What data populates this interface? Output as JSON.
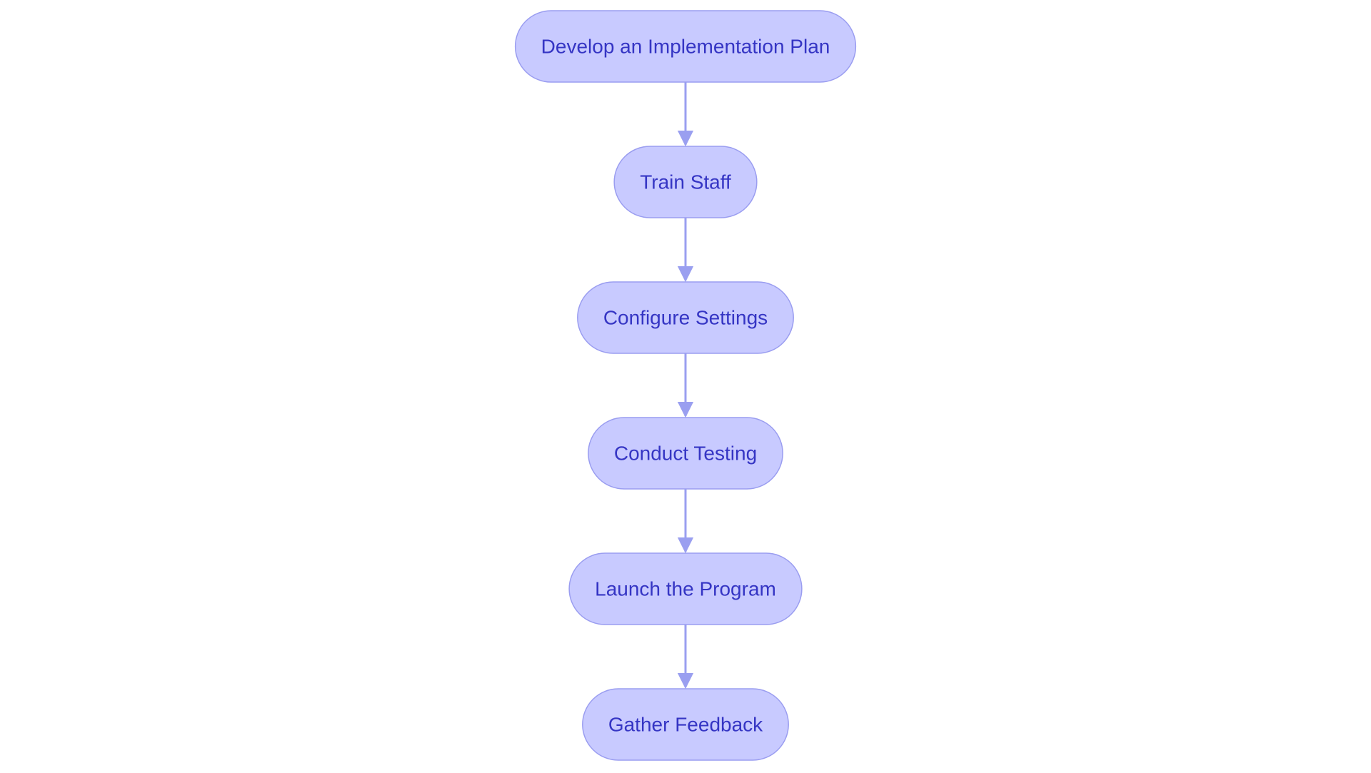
{
  "colors": {
    "node_fill": "#c8caff",
    "node_stroke": "#9a9df0",
    "node_text": "#3535c4",
    "edge": "#9a9ff0",
    "background": "#ffffff"
  },
  "diagram": {
    "type": "flowchart",
    "direction": "top-to-bottom",
    "nodes": [
      {
        "id": "plan",
        "label": "Develop an Implementation Plan"
      },
      {
        "id": "train",
        "label": "Train Staff"
      },
      {
        "id": "configure",
        "label": "Configure Settings"
      },
      {
        "id": "testing",
        "label": "Conduct Testing"
      },
      {
        "id": "launch",
        "label": "Launch the Program"
      },
      {
        "id": "feedback",
        "label": "Gather Feedback"
      }
    ],
    "edges": [
      {
        "from": "plan",
        "to": "train"
      },
      {
        "from": "train",
        "to": "configure"
      },
      {
        "from": "configure",
        "to": "testing"
      },
      {
        "from": "testing",
        "to": "launch"
      },
      {
        "from": "launch",
        "to": "feedback"
      }
    ]
  }
}
